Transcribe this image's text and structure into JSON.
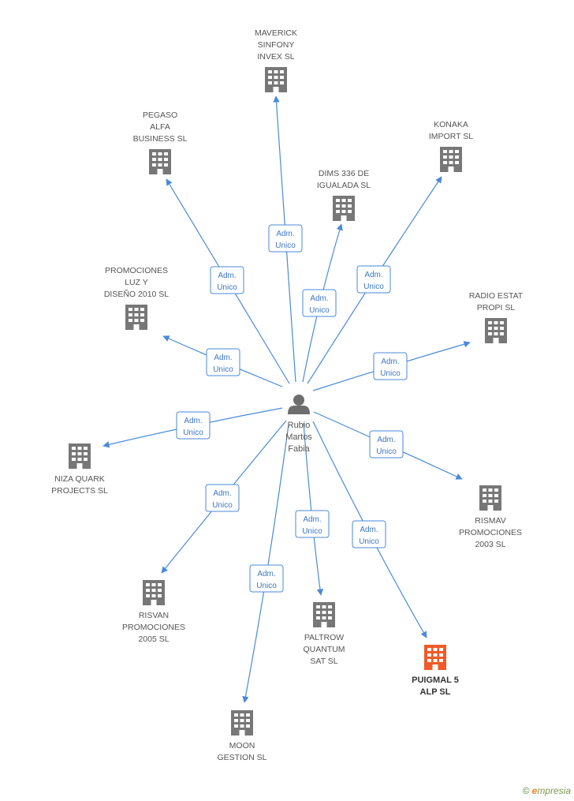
{
  "colors": {
    "edge": "#4a8ad8",
    "building": "#777777",
    "highlight": "#f05a28",
    "person": "#6d6d6d"
  },
  "person": {
    "name_lines": [
      "Rubio",
      "Martos",
      "Fabia"
    ],
    "icon": "person-icon"
  },
  "edge_label_lines": [
    "Adm.",
    "Unico"
  ],
  "companies": [
    {
      "id": "maverick",
      "name_lines": [
        "MAVERICK",
        "SINFONY",
        "INVEX SL"
      ],
      "highlight": false
    },
    {
      "id": "pegaso",
      "name_lines": [
        "PEGASO",
        "ALFA",
        "BUSINESS  SL"
      ],
      "highlight": false
    },
    {
      "id": "konaka",
      "name_lines": [
        "KONAKA",
        "IMPORT SL"
      ],
      "highlight": false
    },
    {
      "id": "dims",
      "name_lines": [
        "DIMS 336 DE",
        "IGUALADA SL"
      ],
      "highlight": false
    },
    {
      "id": "promociones-luz",
      "name_lines": [
        "PROMOCIONES",
        "LUZ Y",
        "DISEÑO 2010 SL"
      ],
      "highlight": false
    },
    {
      "id": "radio-estat",
      "name_lines": [
        "RADIO ESTAT",
        "PROPI SL"
      ],
      "highlight": false
    },
    {
      "id": "niza",
      "name_lines": [
        "NIZA QUARK",
        "PROJECTS SL"
      ],
      "highlight": false
    },
    {
      "id": "rismav",
      "name_lines": [
        "RISMAV",
        "PROMOCIONES",
        "2003 SL"
      ],
      "highlight": false
    },
    {
      "id": "risvan",
      "name_lines": [
        "RISVAN",
        "PROMOCIONES",
        "2005 SL"
      ],
      "highlight": false
    },
    {
      "id": "paltrow",
      "name_lines": [
        "PALTROW",
        "QUANTUM",
        "SAT  SL"
      ],
      "highlight": false
    },
    {
      "id": "puigmal",
      "name_lines": [
        "PUIGMAL 5",
        "ALP SL"
      ],
      "highlight": true
    },
    {
      "id": "moon",
      "name_lines": [
        "MOON",
        "GESTION SL"
      ],
      "highlight": false
    }
  ],
  "footer": {
    "copyright": "©",
    "brand_initial": "e",
    "brand_rest": "mpresia"
  }
}
